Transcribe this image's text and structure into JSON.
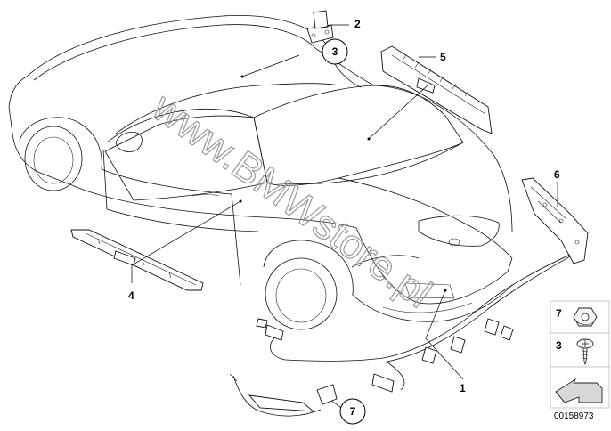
{
  "diagram": {
    "callouts": [
      {
        "id": "1",
        "label": "1"
      },
      {
        "id": "2",
        "label": "2"
      },
      {
        "id": "4",
        "label": "4"
      },
      {
        "id": "5",
        "label": "5"
      },
      {
        "id": "6",
        "label": "6"
      }
    ],
    "circled_callouts": [
      {
        "id": "c3",
        "label": "3"
      },
      {
        "id": "c7",
        "label": "7"
      }
    ],
    "legend": [
      {
        "id": "l7",
        "label": "7",
        "icon": "nut-icon"
      },
      {
        "id": "l3",
        "label": "3",
        "icon": "screw-icon"
      }
    ],
    "legend_arrow_icon": "arrow-icon",
    "watermark": "www.BMWstore.pl",
    "doc_number": "00158973"
  }
}
